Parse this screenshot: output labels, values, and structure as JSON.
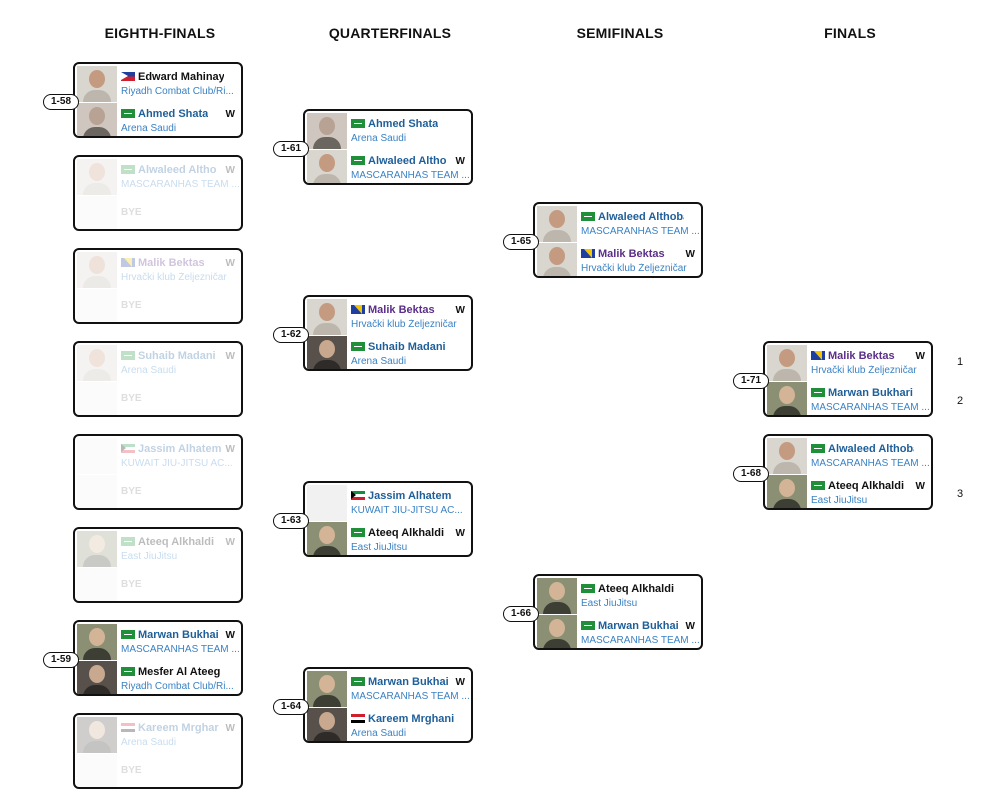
{
  "rounds": [
    {
      "title": "EIGHTH-FINALS"
    },
    {
      "title": "QUARTERFINALS"
    },
    {
      "title": "SEMIFINALS"
    },
    {
      "title": "FINALS"
    }
  ],
  "match_labels": [
    "1-58",
    "1-59",
    "1-61",
    "1-62",
    "1-63",
    "1-64",
    "1-65",
    "1-66",
    "1-71",
    "1-68"
  ],
  "bye_label": "BYE",
  "win_label": "W",
  "places": [
    "1",
    "2",
    "3"
  ],
  "matches": [
    {
      "top": {
        "name": "Edward Mahinay",
        "team": "Riyadh Combat Club/Ri...",
        "flag": "ph-flag-icon",
        "color": "black"
      },
      "bot": {
        "name": "Ahmed Shata",
        "team": "Arena Saudi",
        "flag": "sa-flag-icon",
        "win": true
      }
    },
    {
      "top": {
        "name": "Alwaleed Altho",
        "team": "MASCARANHAS TEAM ...",
        "flag": "sa-flag-icon",
        "win": true
      },
      "bot": {
        "bye": true
      }
    },
    {
      "top": {
        "name": "Malik Bektas",
        "team": "Hrvački klub Željezničar",
        "flag": "ba-flag-icon",
        "win": true,
        "color": "purple"
      },
      "bot": {
        "bye": true
      }
    },
    {
      "top": {
        "name": "Suhaib Madani",
        "team": "Arena Saudi",
        "flag": "sa-flag-icon",
        "win": true
      },
      "bot": {
        "bye": true
      }
    },
    {
      "top": {
        "name": "Jassim Alhatem",
        "team": "KUWAIT JIU-JITSU AC...",
        "flag": "kw-flag-icon",
        "win": true
      },
      "bot": {
        "bye": true
      }
    },
    {
      "top": {
        "name": "Ateeq Alkhaldi",
        "team": "East JiuJitsu",
        "flag": "sa-flag-icon",
        "win": true,
        "color": "black"
      },
      "bot": {
        "bye": true
      }
    },
    {
      "top": {
        "name": "Marwan Bukhai",
        "team": "MASCARANHAS TEAM ...",
        "flag": "sa-flag-icon",
        "win": true
      },
      "bot": {
        "name": "Mesfer Al Ateeg",
        "team": "Riyadh Combat Club/Ri...",
        "flag": "sa-flag-icon",
        "color": "black"
      }
    },
    {
      "top": {
        "name": "Kareem Mrghar",
        "team": "Arena Saudi",
        "flag": "eg-flag-icon",
        "win": true
      },
      "bot": {
        "bye": true
      }
    },
    {
      "top": {
        "name": "Ahmed Shata",
        "team": "Arena Saudi",
        "flag": "sa-flag-icon"
      },
      "bot": {
        "name": "Alwaleed Altho",
        "team": "MASCARANHAS TEAM ...",
        "flag": "sa-flag-icon",
        "win": true
      }
    },
    {
      "top": {
        "name": "Malik Bektas",
        "team": "Hrvački klub Željezničar",
        "flag": "ba-flag-icon",
        "win": true,
        "color": "purple"
      },
      "bot": {
        "name": "Suhaib Madani",
        "team": "Arena Saudi",
        "flag": "sa-flag-icon"
      }
    },
    {
      "top": {
        "name": "Jassim Alhatem",
        "team": "KUWAIT JIU-JITSU AC...",
        "flag": "kw-flag-icon"
      },
      "bot": {
        "name": "Ateeq Alkhaldi",
        "team": "East JiuJitsu",
        "flag": "sa-flag-icon",
        "win": true,
        "color": "black"
      }
    },
    {
      "top": {
        "name": "Marwan Bukhai",
        "team": "MASCARANHAS TEAM ...",
        "flag": "sa-flag-icon",
        "win": true
      },
      "bot": {
        "name": "Kareem Mrghani",
        "team": "Arena Saudi",
        "flag": "eg-flag-icon"
      }
    },
    {
      "top": {
        "name": "Alwaleed Althobaiti",
        "team": "MASCARANHAS TEAM ...",
        "flag": "sa-flag-icon"
      },
      "bot": {
        "name": "Malik Bektas",
        "team": "Hrvački klub Željezničar",
        "flag": "ba-flag-icon",
        "win": true,
        "color": "purple"
      }
    },
    {
      "top": {
        "name": "Ateeq Alkhaldi",
        "team": "East JiuJitsu",
        "flag": "sa-flag-icon",
        "color": "black"
      },
      "bot": {
        "name": "Marwan Bukhai",
        "team": "MASCARANHAS TEAM ...",
        "flag": "sa-flag-icon",
        "win": true
      }
    },
    {
      "top": {
        "name": "Malik Bektas",
        "team": "Hrvački klub Željezničar",
        "flag": "ba-flag-icon",
        "win": true,
        "color": "purple"
      },
      "bot": {
        "name": "Marwan Bukhari",
        "team": "MASCARANHAS TEAM ...",
        "flag": "sa-flag-icon"
      }
    },
    {
      "top": {
        "name": "Alwaleed Althobaiti",
        "team": "MASCARANHAS TEAM ...",
        "flag": "sa-flag-icon"
      },
      "bot": {
        "name": "Ateeq Alkhaldi",
        "team": "East JiuJitsu",
        "flag": "sa-flag-icon",
        "win": true,
        "color": "black"
      }
    }
  ]
}
